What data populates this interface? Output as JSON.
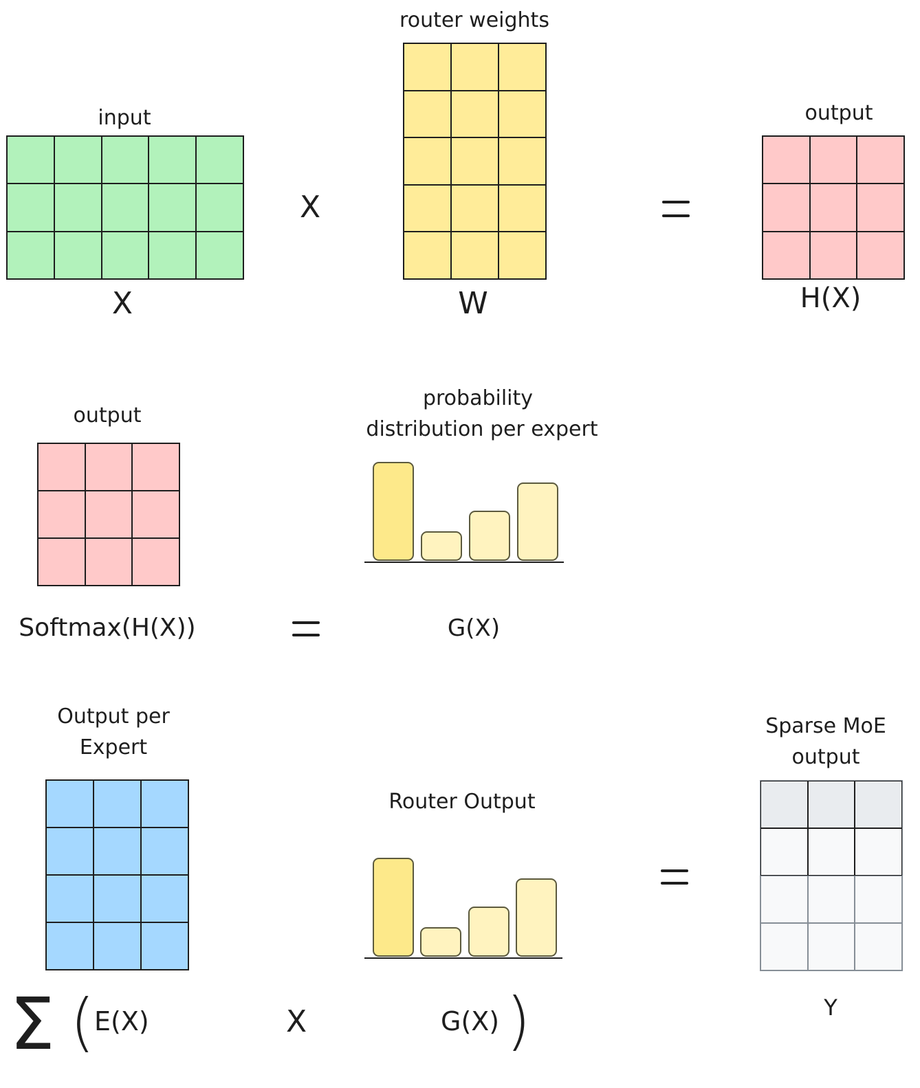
{
  "section1": {
    "input": {
      "title": "input",
      "symbol": "X",
      "rows": 3,
      "cols": 5,
      "color": "#b2f2bb"
    },
    "multiply": "X",
    "weights": {
      "title": "router weights",
      "symbol": "W",
      "rows": 5,
      "cols": 3,
      "color": "#ffec99"
    },
    "output": {
      "title": "output",
      "symbol": "H(X)",
      "rows": 3,
      "cols": 3,
      "color": "#ffc9c9"
    }
  },
  "section2": {
    "output": {
      "title": "output",
      "rows": 3,
      "cols": 3,
      "color": "#ffc9c9"
    },
    "softmax_label": "Softmax(H(X))",
    "distribution": {
      "title_line1": "probability",
      "title_line2": "distribution per expert",
      "values": [
        1.0,
        0.3,
        0.51,
        0.79
      ],
      "color": "#fff3bf"
    },
    "gx_label": "G(X)"
  },
  "section3": {
    "experts": {
      "title_line1": "Output per",
      "title_line2": "Expert",
      "rows": 4,
      "cols": 3,
      "color": "#a5d8ff"
    },
    "router": {
      "title": "Router Output",
      "values": [
        1.0,
        0.3,
        0.51,
        0.79
      ],
      "color": "#fff3bf"
    },
    "sparse": {
      "title_line1": "Sparse MoE",
      "title_line2": "output",
      "symbol": "Y",
      "rows": 4,
      "cols": 3,
      "color": "#f8f9fa",
      "header_color": "#e9ecef"
    },
    "sigma": "Σ",
    "open_paren": "(",
    "close_paren": ")",
    "ex_label": "E(X)",
    "multiply": "X",
    "gx_label": "G(X)"
  }
}
